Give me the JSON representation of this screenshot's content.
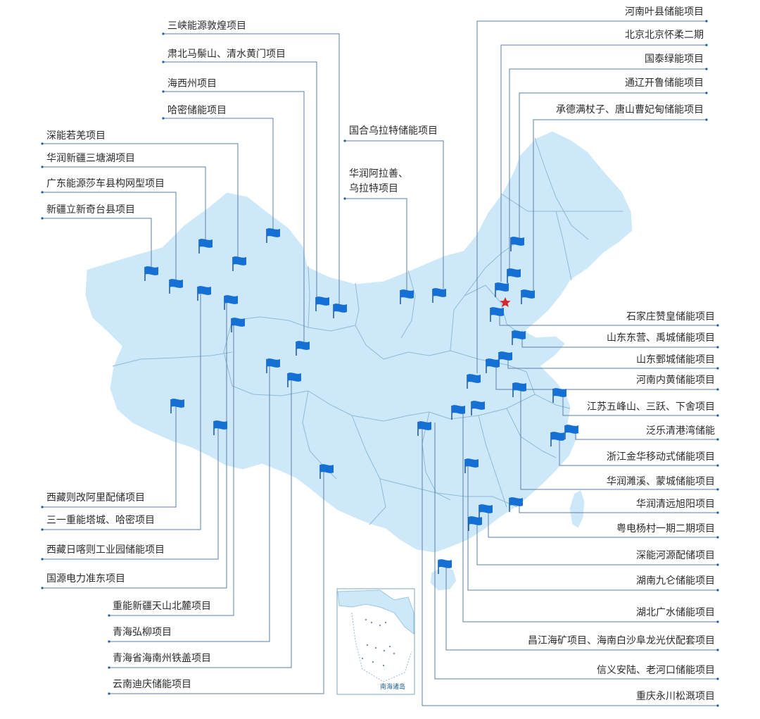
{
  "colors": {
    "land": "#cde8f8",
    "border": "#8fbad6",
    "flag": "#1570d6",
    "leader": "#5a7fa8",
    "capital_star": "#d62828",
    "text": "#2b2b2b"
  },
  "icons": {
    "project_marker": "flag-icon",
    "capital": "star-icon"
  },
  "inset": {
    "label": "南海诸岛"
  },
  "labels": {
    "l1": "三峡能源敦煌项目",
    "l2": "肃北马鬃山、清水黄门项目",
    "l3": "海西州项目",
    "l4": "哈密储能项目",
    "l5": "深能若羌项目",
    "l6": "华润新疆三塘湖项目",
    "l7": "广东能源莎车县构网型项目",
    "l8": "新疆立新奇台县项目",
    "l9": "国合乌拉特储能项目",
    "l10a": "华润阿拉善、",
    "l10b": "乌拉特项目",
    "r1": "河南叶县储能项目",
    "r2": "北京北京怀柔二期",
    "r3": "国泰绿能项目",
    "r4": "通辽开鲁储能项目",
    "r5": "承德满杖子、唐山曹妃甸储能项目",
    "r6": "石家庄赞皇储能项目",
    "r7": "山东东营、禹城储能项目",
    "r8": "山东鄄城储能项目",
    "r9": "河南内黄储能项目",
    "r10": "江苏五峰山、三跃、下舍项目",
    "r11": "泛乐清港湾储能",
    "r12": "浙江金华移动式储能项目",
    "r13": "华润濉溪、蒙城储能项目",
    "r14": "华润清远旭阳项目",
    "r15": "粤电杨村一期二期项目",
    "r16": "深能河源配储项目",
    "r17": "湖南九仑储能项目",
    "r18": "湖北广水储能项目",
    "r19": "昌江海矿项目、海南白沙阜龙光伏配套项目",
    "r20": "信义安陆、老河口储能项目",
    "r21": "重庆永川松溉项目",
    "b1": "西藏则改阿里配储项目",
    "b2": "三一重能塔城、哈密项目",
    "b3": "西藏日喀则工业园储能项目",
    "b4": "国源电力准东项目",
    "b5": "重能新疆天山北麓项目",
    "b6": "青海弘柳项目",
    "b7": "青海省海南州铁盖项目",
    "b8": "云南迪庆储能项目"
  }
}
